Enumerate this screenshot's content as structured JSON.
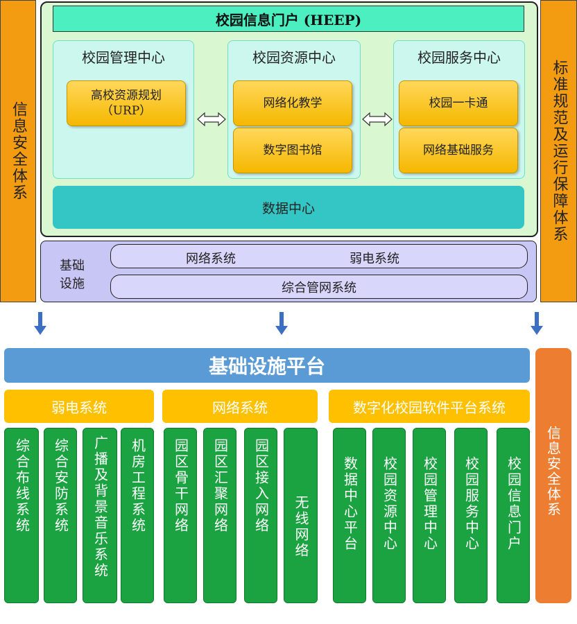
{
  "top": {
    "left_security": "信息安全体系",
    "right_standards": "标准规范及运行保障体系",
    "heep": "校园信息门户 (HEEP)",
    "centers": [
      {
        "title": "校园管理中心",
        "items": [
          "高校资源规划\n（URP）"
        ]
      },
      {
        "title": "校园资源中心",
        "items": [
          "网络化教学",
          "数字图书馆"
        ]
      },
      {
        "title": "校园服务中心",
        "items": [
          "校园一卡通",
          "网络基础服务"
        ]
      }
    ],
    "data_center": "数据中心",
    "infra_label": "基础\n设施",
    "infra_network": "网络系统",
    "infra_weak": "弱电系统",
    "infra_pipe": "综合管网系统"
  },
  "bottom": {
    "platform_title": "基础设施平台",
    "security": "信息安全体系",
    "categories": [
      {
        "title": "弱电系统",
        "items": [
          "综合布线系统",
          "综合安防系统",
          "广播及背景音乐系统",
          "机房工程系统"
        ]
      },
      {
        "title": "网络系统",
        "items": [
          "园区骨干网络",
          "园区汇聚网络",
          "园区接入网络",
          "无线网络"
        ]
      },
      {
        "title": "数字化校园软件平台系统",
        "items": [
          "数据中心平台",
          "校园资源中心",
          "校园管理中心",
          "校园服务中心",
          "校园信息门户"
        ]
      }
    ]
  },
  "colors": {
    "orange": "#f39c12",
    "green_frame": "#d9f7d0",
    "heep": "#4cf0c0",
    "gold": "#ffc000",
    "data_center": "#33c6c4",
    "infra": "#c8c6f5",
    "platform_blue": "#5b9bd5",
    "green_box": "#1aa340",
    "security_orange": "#ed7d31"
  }
}
